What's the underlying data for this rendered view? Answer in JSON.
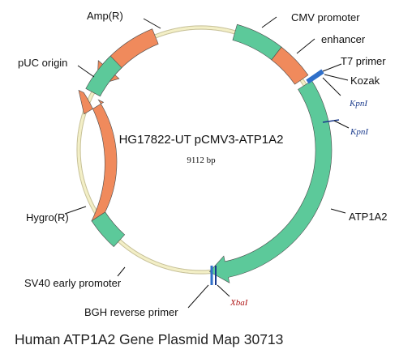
{
  "plasmid": {
    "name": "HG17822-UT pCMV3-ATP1A2",
    "size": "9112 bp"
  },
  "caption": "Human ATP1A2 Gene Plasmid Map 30713",
  "colors": {
    "backbone": "#f3efc6",
    "green": "#5cc99a",
    "orange": "#f08a5c",
    "site_blue": "#2f6fc9",
    "site_dark": "#1a3a8c",
    "site_red": "#b01818"
  },
  "features": [
    {
      "id": "cmv",
      "label": "CMV promoter",
      "color": "green"
    },
    {
      "id": "enhancer",
      "label": "enhancer",
      "color": "orange"
    },
    {
      "id": "t7",
      "label": "T7 primer"
    },
    {
      "id": "kozak",
      "label": "Kozak"
    },
    {
      "id": "atp1a2",
      "label": "ATP1A2",
      "color": "green"
    },
    {
      "id": "bgh",
      "label": "BGH reverse primer"
    },
    {
      "id": "sv40",
      "label": "SV40 early promoter",
      "color": "green"
    },
    {
      "id": "hygro",
      "label": "Hygro(R)",
      "color": "orange"
    },
    {
      "id": "puc",
      "label": "pUC origin",
      "color": "green"
    },
    {
      "id": "amp",
      "label": "Amp(R)",
      "color": "orange"
    }
  ],
  "sites": [
    {
      "id": "kpn1a",
      "label": "KpnI"
    },
    {
      "id": "kpn1b",
      "label": "KpnI"
    },
    {
      "id": "xba1",
      "label": "XbaI"
    }
  ]
}
